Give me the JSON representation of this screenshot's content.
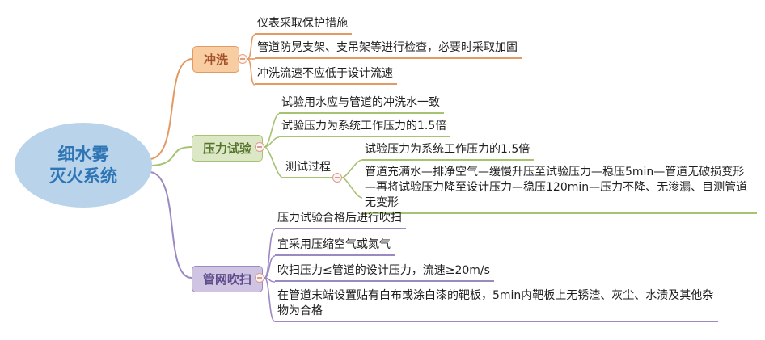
{
  "title": "细水雾灭火系统思维导图",
  "colors": {
    "root_fill": "#b9d3ea",
    "root_text": "#2e75b6",
    "orange_fill": "#f8cda2",
    "orange_border": "#e39a62",
    "orange_text": "#a2512a",
    "green_fill": "#dce8c5",
    "green_border": "#a6c273",
    "green_text": "#55742c",
    "purple_fill": "#cfc5e2",
    "purple_border": "#9d89c2",
    "purple_text": "#5f4b8b"
  },
  "root": {
    "line1": "细水雾",
    "line2": "灭火系统"
  },
  "branches": [
    {
      "label": "冲洗",
      "children": [
        {
          "text": "仪表采取保护措施"
        },
        {
          "text": "管道防晃支架、支吊架等进行检查，必要时采取加固"
        },
        {
          "text": "冲洗流速不应低于设计流速"
        }
      ]
    },
    {
      "label": "压力试验",
      "children": [
        {
          "text": "试验用水应与管道的冲洗水一致"
        },
        {
          "text": "试验压力为系统工作压力的1.5倍"
        },
        {
          "label": "测试过程",
          "children": [
            {
              "text": "试验压力为系统工作压力的1.5倍"
            },
            {
              "text": "管道充满水—排净空气—缓慢升压至试验压力—稳压5min—管道无破损变形—再将试验压力降至设计压力—稳压120min—压力不降、无渗漏、目测管道无变形"
            }
          ]
        }
      ]
    },
    {
      "label": "管网吹扫",
      "children": [
        {
          "text": "压力试验合格后进行吹扫"
        },
        {
          "text": "宜采用压缩空气或氮气"
        },
        {
          "text": "吹扫压力≤管道的设计压力，流速≥20m/s"
        },
        {
          "text": "在管道末端设置贴有白布或涂白漆的靶板，5min内靶板上无锈渣、灰尘、水渍及其他杂物为合格"
        }
      ]
    }
  ]
}
